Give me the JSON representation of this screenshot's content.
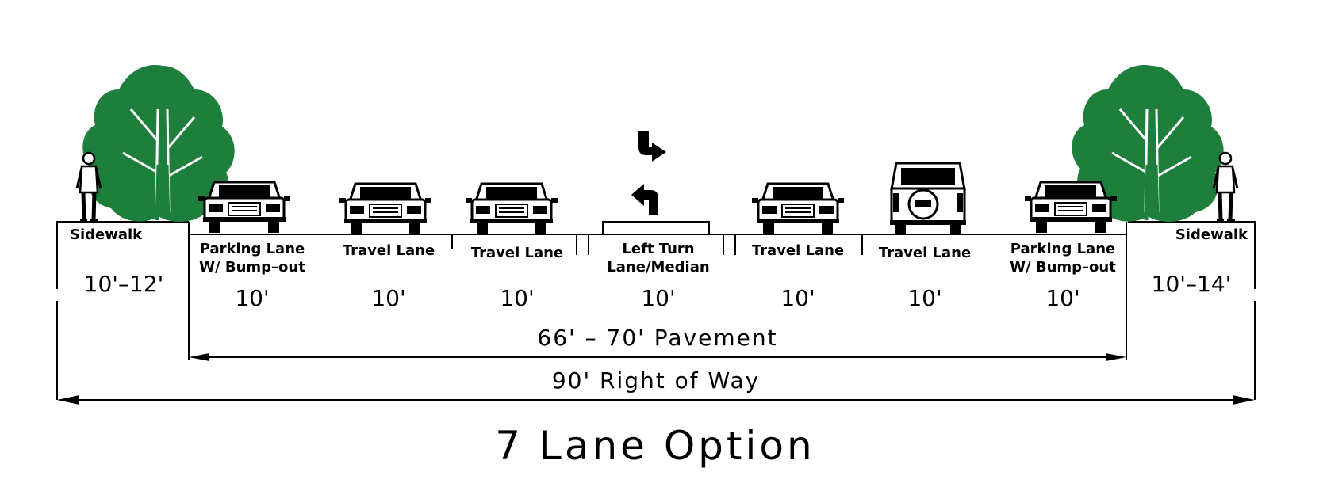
{
  "title": "7 Lane Option",
  "right_of_way": "90' Right of Way",
  "pavement": "66' – 70' Pavement",
  "sidewalk_left": {
    "label": "Sidewalk",
    "width": "10'–12'"
  },
  "sidewalk_right": {
    "label": "Sidewalk",
    "width": "10'–14'"
  },
  "lanes": [
    {
      "line1": "Parking Lane",
      "line2": "W/ Bump–out",
      "width": "10'"
    },
    {
      "line1": "Travel Lane",
      "line2": "",
      "width": "10'"
    },
    {
      "line1": "Travel Lane",
      "line2": "",
      "width": "10'"
    },
    {
      "line1": "Left Turn",
      "line2": "Lane/Median",
      "width": "10'"
    },
    {
      "line1": "Travel Lane",
      "line2": "",
      "width": "10'"
    },
    {
      "line1": "Travel Lane",
      "line2": "",
      "width": "10'"
    },
    {
      "line1": "Parking Lane",
      "line2": "W/ Bump–out",
      "width": "10'"
    }
  ],
  "colors": {
    "tree": "#1e7f3c",
    "line": "#000000"
  },
  "icons": [
    "pedestrian-icon",
    "tree-icon",
    "car-front-icon",
    "suv-rear-icon",
    "turn-arrow-icon"
  ]
}
